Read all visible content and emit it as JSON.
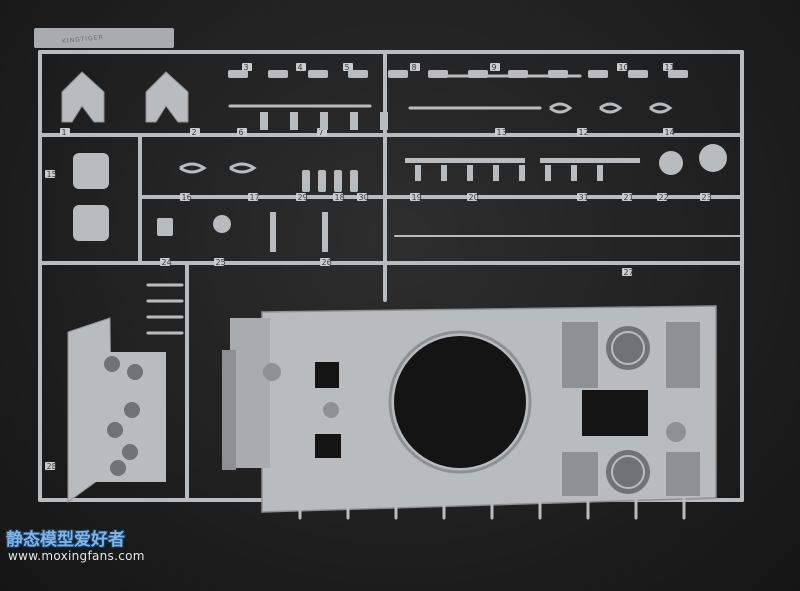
{
  "photo": {
    "subject": "King Tiger plastic model kit sprue",
    "brand_text": "KINGTIGER",
    "part_numbers": [
      "1",
      "2",
      "3",
      "4",
      "5",
      "6",
      "7",
      "8",
      "9",
      "10",
      "11",
      "12",
      "13",
      "14",
      "15",
      "16",
      "17",
      "18",
      "19",
      "20",
      "21",
      "22",
      "23",
      "24",
      "25",
      "26",
      "27",
      "28",
      "29",
      "30",
      "31"
    ],
    "colors": {
      "background": "#1c1c1c",
      "plastic": "#b9bcbf",
      "plastic_shadow": "#8e9194",
      "plastic_dark": "#6f7276",
      "hole": "#141414"
    }
  },
  "watermark": {
    "chinese": "静态模型爱好者",
    "url": "www.moxingfans.com"
  }
}
